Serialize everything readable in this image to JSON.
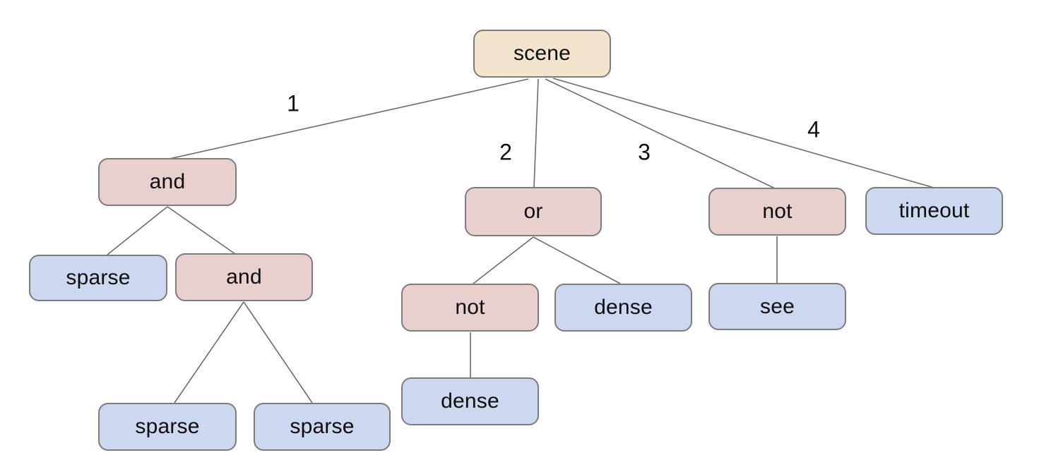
{
  "colors": {
    "root_fill": "#f3e5cd",
    "operator_fill": "#e8d0ce",
    "leaf_fill": "#ccd7f0",
    "border": "#7c7c7c",
    "line": "#6b6b6b"
  },
  "nodes": {
    "scene": {
      "label": "scene",
      "kind": "root"
    },
    "and1": {
      "label": "and",
      "kind": "operator"
    },
    "sparse1": {
      "label": "sparse",
      "kind": "leaf"
    },
    "and2": {
      "label": "and",
      "kind": "operator"
    },
    "sparse2": {
      "label": "sparse",
      "kind": "leaf"
    },
    "sparse3": {
      "label": "sparse",
      "kind": "leaf"
    },
    "or1": {
      "label": "or",
      "kind": "operator"
    },
    "not2": {
      "label": "not",
      "kind": "operator"
    },
    "dense1": {
      "label": "dense",
      "kind": "leaf"
    },
    "dense2": {
      "label": "dense",
      "kind": "leaf"
    },
    "not3": {
      "label": "not",
      "kind": "operator"
    },
    "see1": {
      "label": "see",
      "kind": "leaf"
    },
    "timeout1": {
      "label": "timeout",
      "kind": "leaf"
    }
  },
  "edge_labels": {
    "e1": "1",
    "e2": "2",
    "e3": "3",
    "e4": "4"
  },
  "tree": {
    "label": "scene",
    "children": [
      {
        "edge": "1",
        "label": "and",
        "children": [
          {
            "label": "sparse"
          },
          {
            "label": "and",
            "children": [
              {
                "label": "sparse"
              },
              {
                "label": "sparse"
              }
            ]
          }
        ]
      },
      {
        "edge": "2",
        "label": "or",
        "children": [
          {
            "label": "not",
            "children": [
              {
                "label": "dense"
              }
            ]
          },
          {
            "label": "dense"
          }
        ]
      },
      {
        "edge": "3",
        "label": "not",
        "children": [
          {
            "label": "see"
          }
        ]
      },
      {
        "edge": "4",
        "label": "timeout"
      }
    ]
  }
}
